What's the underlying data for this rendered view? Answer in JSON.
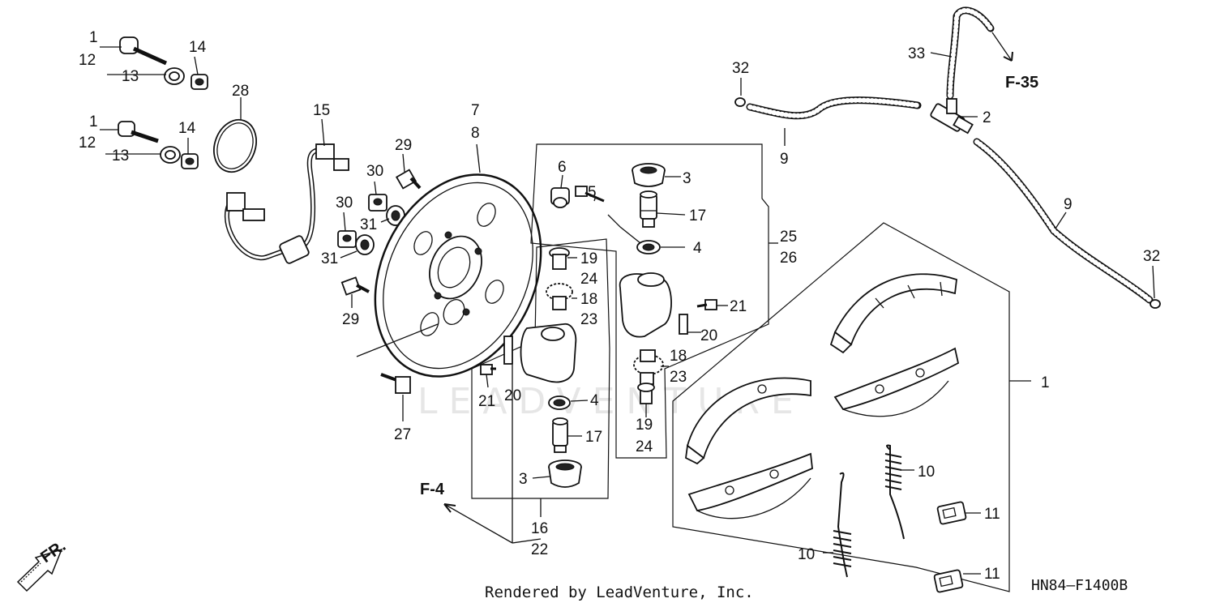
{
  "diagram": {
    "drawing_code": "HN84—F1400B",
    "credit": "Rendered by LeadVenture, Inc.",
    "watermark": "LEADVENTURE",
    "front_label": "FR.",
    "refs": {
      "f35": "F-35",
      "f4": "F-4"
    },
    "callouts": {
      "c1a": "1",
      "c12a": "12",
      "c13a": "13",
      "c14a": "14",
      "c1b": "1",
      "c12b": "12",
      "c13b": "13",
      "c14b": "14",
      "c28": "28",
      "c15": "15",
      "c29a": "29",
      "c30a": "30",
      "c30b": "30",
      "c31a": "31",
      "c31b": "31",
      "c29b": "29",
      "c27": "27",
      "c7": "7",
      "c8": "8",
      "c6": "6",
      "c5": "5",
      "c19a": "19",
      "c24a": "24",
      "c18a": "18",
      "c23a": "23",
      "c21a": "21",
      "c20a": "20",
      "c4a": "4",
      "c17a": "17",
      "c3a": "3",
      "c16": "16",
      "c22": "22",
      "c3b": "3",
      "c17b": "17",
      "c4b": "4",
      "c21b": "21",
      "c20b": "20",
      "c18b": "18",
      "c23b": "23",
      "c19b": "19",
      "c24b": "24",
      "c25": "25",
      "c26": "26",
      "c32a": "32",
      "c9a": "9",
      "c33": "33",
      "c2": "2",
      "c9b": "9",
      "c32b": "32",
      "c1c": "1",
      "c10a": "10",
      "c10b": "10",
      "c11a": "11",
      "c11b": "11"
    }
  }
}
